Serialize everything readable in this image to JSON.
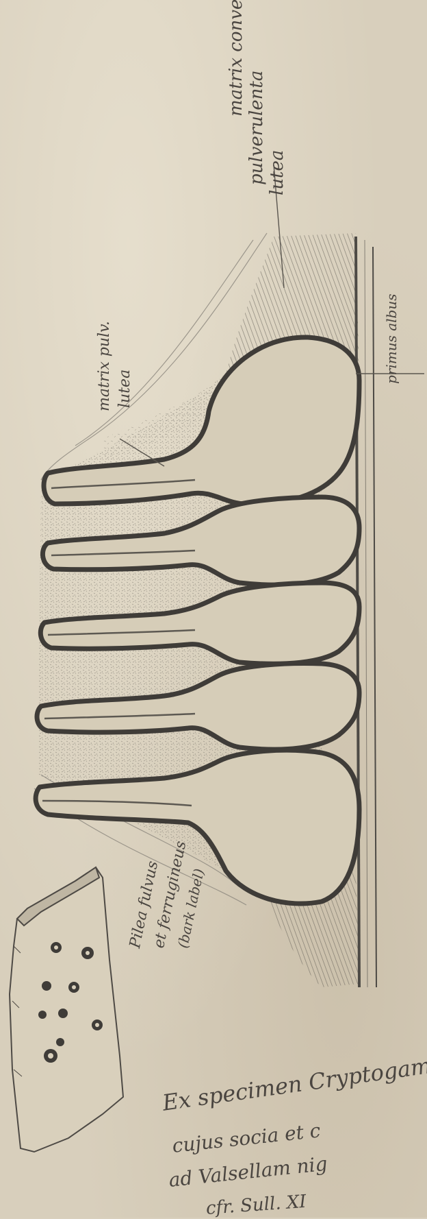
{
  "image": {
    "description": "Pencil botanical sketch on aged paper: cross-section of flask-shaped perithecia embedded in a stroma, with a small detail of a bark fragment bearing pores, and handwritten Latin annotations",
    "paper_color": "#d8cfbc",
    "pencil_color": "#55524e"
  },
  "annotations": {
    "top_right_1": "matrix conventa",
    "top_right_2": "pulverulenta",
    "top_right_3": "lutea",
    "middle_left_1": "matrix pulv.",
    "middle_left_2": "lutea",
    "right_edge": "primus albus",
    "bark_note_1": "Pilea fulvus",
    "bark_note_2": "et ferrugineus",
    "bark_note_3": "(bark label)",
    "bottom_1": "Ex specimen Cryptogam",
    "bottom_2": "cujus socia et c",
    "bottom_3": "ad Valsellam nig",
    "bottom_4": "cfr. Sull. XI"
  }
}
